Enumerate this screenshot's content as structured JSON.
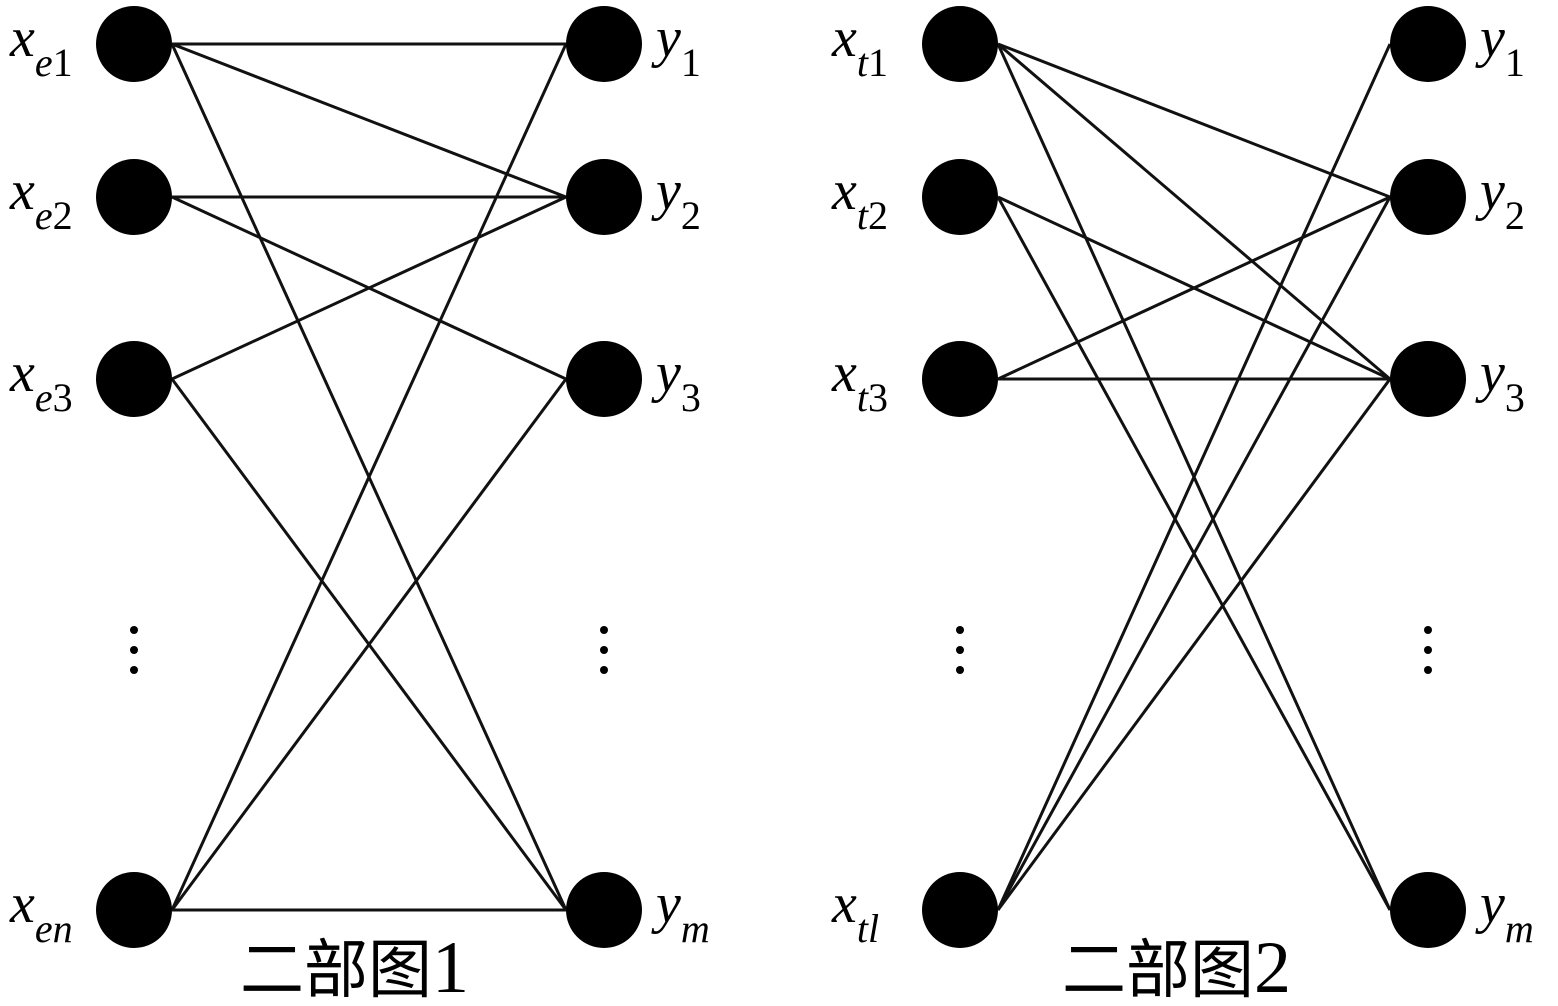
{
  "graphs": [
    {
      "caption": "二部图",
      "caption_number": "1",
      "left_nodes": [
        {
          "id": "L1",
          "base": "x",
          "sub_letter": "e",
          "sub_num": "1"
        },
        {
          "id": "L2",
          "base": "x",
          "sub_letter": "e",
          "sub_num": "2"
        },
        {
          "id": "L3",
          "base": "x",
          "sub_letter": "e",
          "sub_num": "3"
        },
        {
          "id": "Ln",
          "base": "x",
          "sub_letter": "en",
          "sub_num": ""
        }
      ],
      "right_nodes": [
        {
          "id": "R1",
          "base": "y",
          "sub_letter": "",
          "sub_num": "1"
        },
        {
          "id": "R2",
          "base": "y",
          "sub_letter": "",
          "sub_num": "2"
        },
        {
          "id": "R3",
          "base": "y",
          "sub_letter": "",
          "sub_num": "3"
        },
        {
          "id": "Rm",
          "base": "y",
          "sub_letter": "m",
          "sub_num": ""
        }
      ],
      "edges": [
        [
          "L1",
          "R1"
        ],
        [
          "L1",
          "R2"
        ],
        [
          "L1",
          "Rm"
        ],
        [
          "L2",
          "R2"
        ],
        [
          "L2",
          "R3"
        ],
        [
          "L3",
          "R2"
        ],
        [
          "L3",
          "Rm"
        ],
        [
          "Ln",
          "R1"
        ],
        [
          "Ln",
          "R3"
        ],
        [
          "Ln",
          "Rm"
        ]
      ]
    },
    {
      "caption": "二部图",
      "caption_number": "2",
      "left_nodes": [
        {
          "id": "L1",
          "base": "x",
          "sub_letter": "t",
          "sub_num": "1"
        },
        {
          "id": "L2",
          "base": "x",
          "sub_letter": "t",
          "sub_num": "2"
        },
        {
          "id": "L3",
          "base": "x",
          "sub_letter": "t",
          "sub_num": "3"
        },
        {
          "id": "Ln",
          "base": "x",
          "sub_letter": "tl",
          "sub_num": ""
        }
      ],
      "right_nodes": [
        {
          "id": "R1",
          "base": "y",
          "sub_letter": "",
          "sub_num": "1"
        },
        {
          "id": "R2",
          "base": "y",
          "sub_letter": "",
          "sub_num": "2"
        },
        {
          "id": "R3",
          "base": "y",
          "sub_letter": "",
          "sub_num": "3"
        },
        {
          "id": "Rm",
          "base": "y",
          "sub_letter": "m",
          "sub_num": ""
        }
      ],
      "edges": [
        [
          "L1",
          "R2"
        ],
        [
          "L1",
          "R3"
        ],
        [
          "L1",
          "Rm"
        ],
        [
          "L2",
          "R3"
        ],
        [
          "L2",
          "Rm"
        ],
        [
          "L3",
          "R2"
        ],
        [
          "L3",
          "R3"
        ],
        [
          "Ln",
          "R1"
        ],
        [
          "Ln",
          "R2"
        ],
        [
          "Ln",
          "R3"
        ]
      ]
    }
  ],
  "ellipsis_glyph": "⋮"
}
